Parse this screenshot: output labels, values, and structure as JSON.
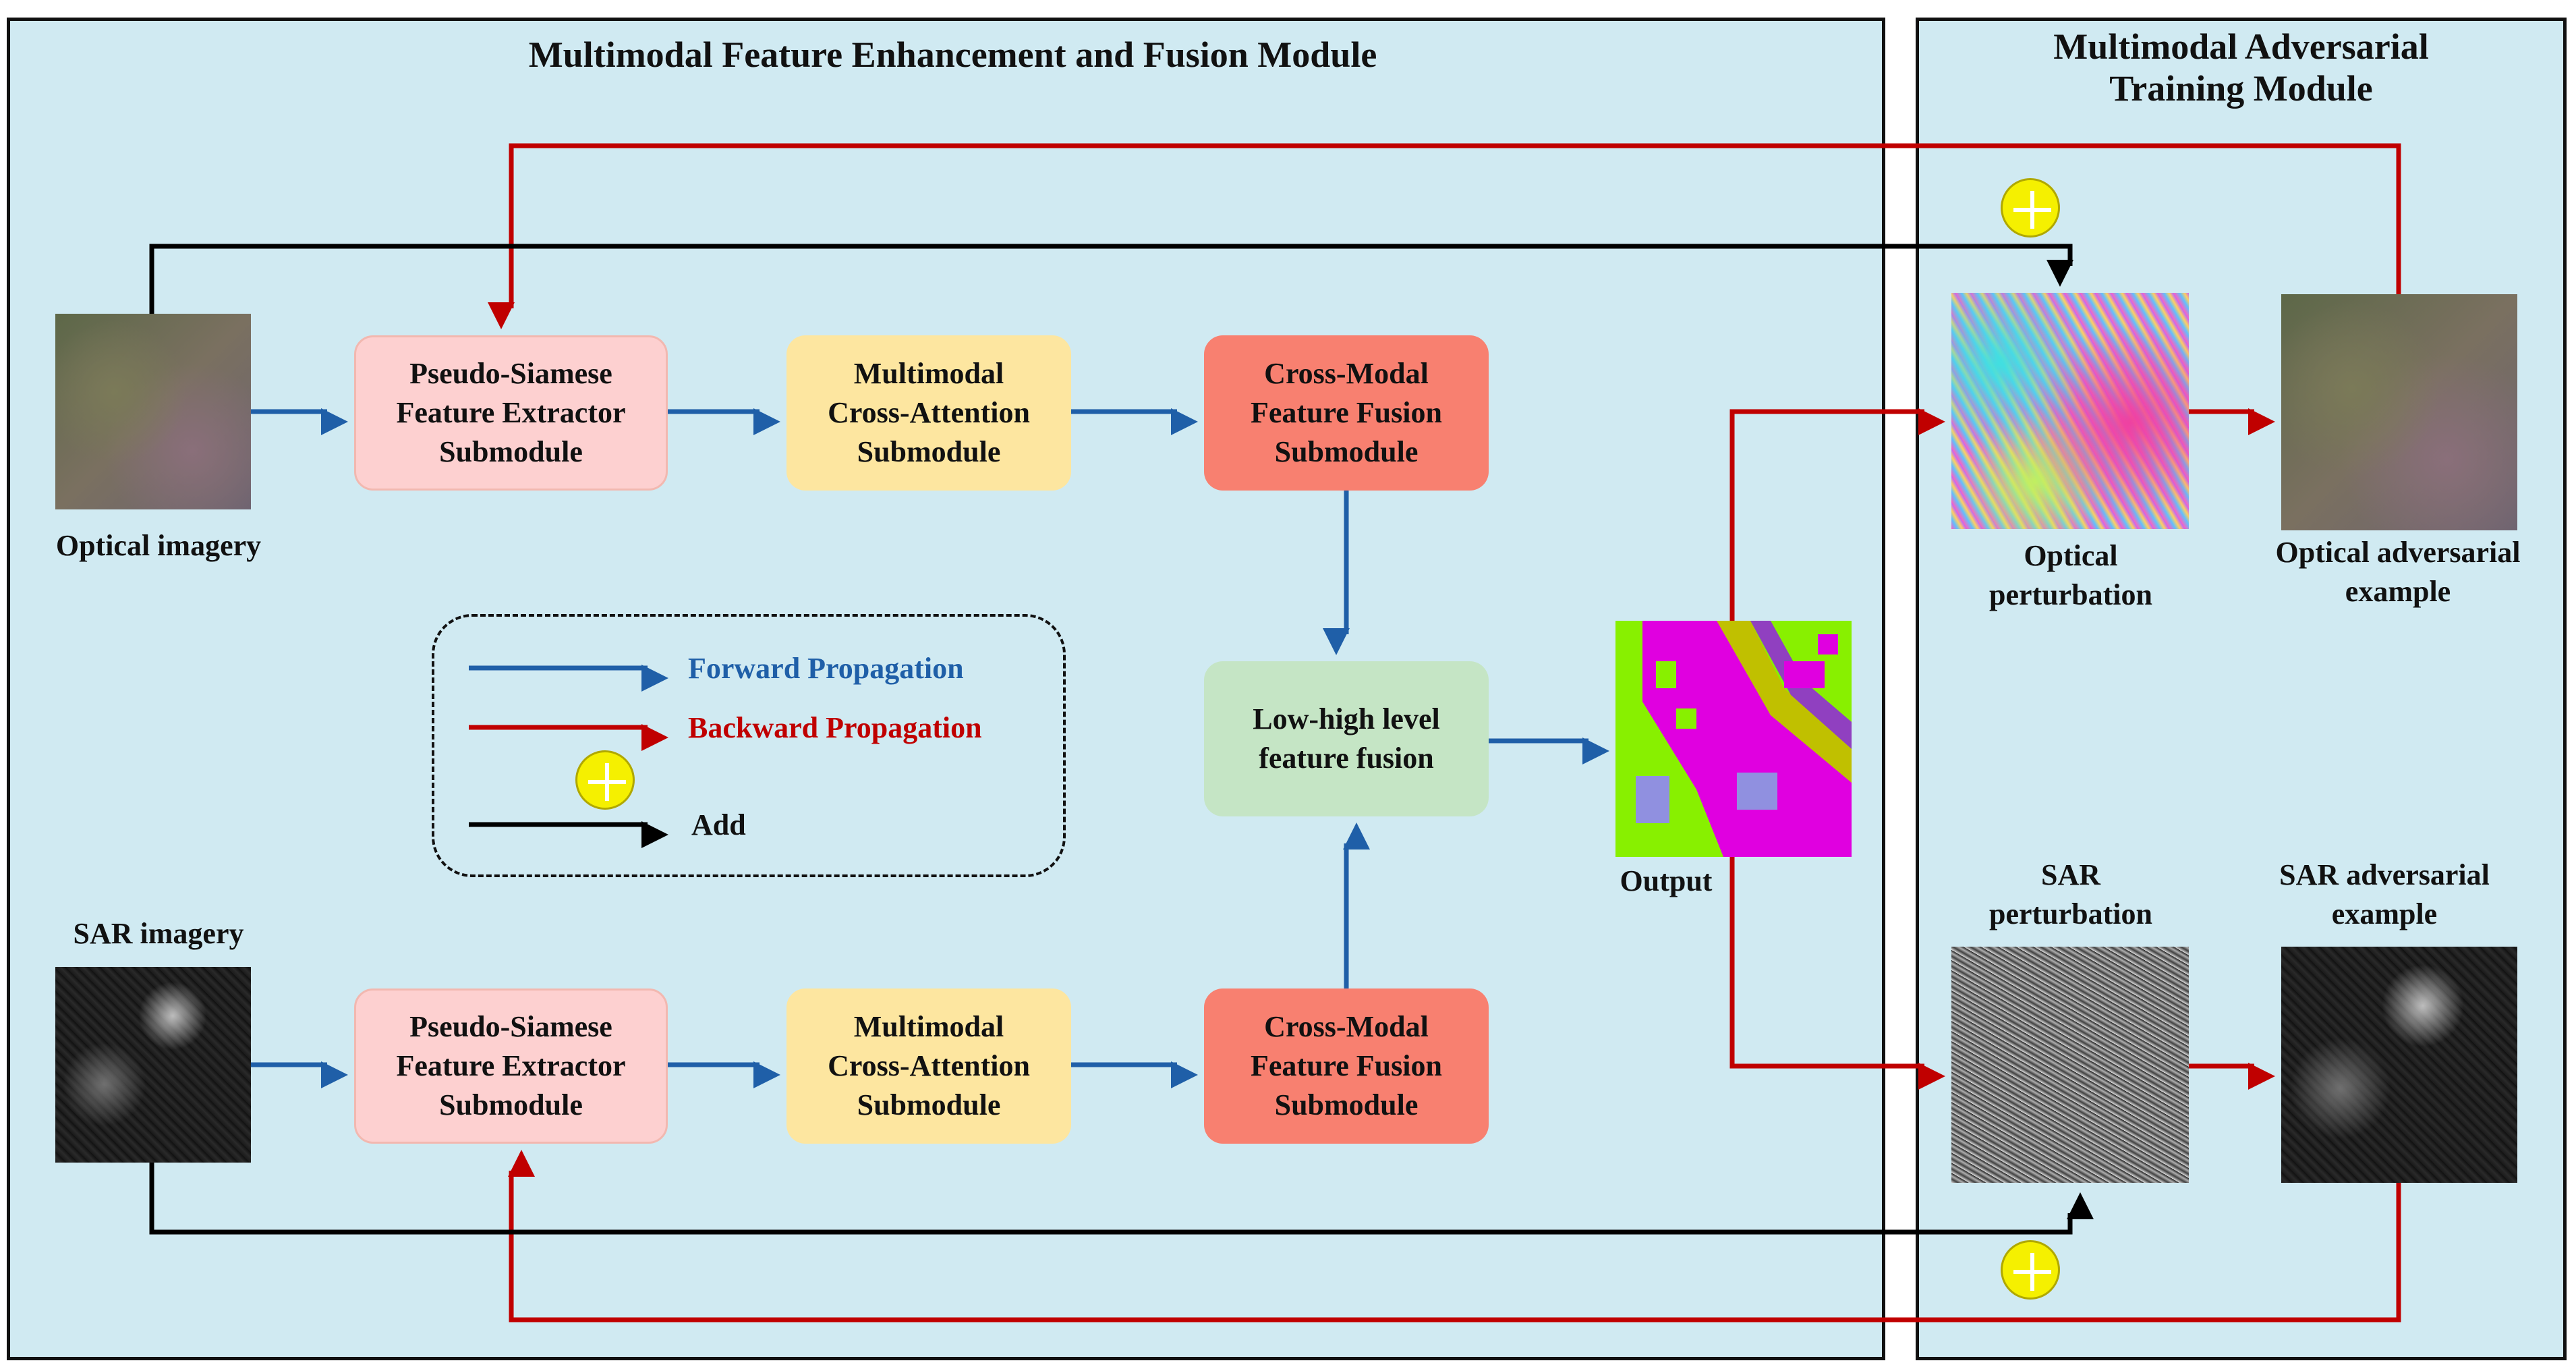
{
  "modules": {
    "fusion_title": "Multimodal Feature Enhancement and Fusion Module",
    "adv_title_line1": "Multimodal Adversarial",
    "adv_title_line2": "Training Module"
  },
  "inputs": {
    "optical_label": "Optical imagery",
    "sar_label": "SAR imagery"
  },
  "optical_branch": {
    "extractor": [
      "Pseudo-Siamese",
      "Feature Extractor",
      "Submodule"
    ],
    "attention": [
      "Multimodal",
      "Cross-Attention",
      "Submodule"
    ],
    "fusion": [
      "Cross-Modal",
      "Feature Fusion",
      "Submodule"
    ]
  },
  "sar_branch": {
    "extractor": [
      "Pseudo-Siamese",
      "Feature Extractor",
      "Submodule"
    ],
    "attention": [
      "Multimodal",
      "Cross-Attention",
      "Submodule"
    ],
    "fusion": [
      "Cross-Modal",
      "Feature Fusion",
      "Submodule"
    ]
  },
  "low_high": [
    "Low-high level",
    "feature fusion"
  ],
  "output_label": "Output",
  "adversarial": {
    "optical_perturbation": [
      "Optical",
      "perturbation"
    ],
    "optical_example": [
      "Optical adversarial",
      "example"
    ],
    "sar_perturbation": [
      "SAR",
      "perturbation"
    ],
    "sar_example": [
      "SAR adversarial",
      "example"
    ]
  },
  "legend": {
    "forward": "Forward Propagation",
    "backward": "Backward Propagation",
    "add": "Add"
  },
  "colors": {
    "forward": "#1f5fa8",
    "backward": "#c00000",
    "add": "#000000",
    "module_bg": "#d0eaf2",
    "extractor": "#fdd0d0",
    "attention": "#fde6a0",
    "fusion": "#f88070",
    "low_high": "#c5e5c5",
    "plus": "#f5f000"
  },
  "icons": [
    "plus-icon",
    "arrow-icon"
  ]
}
